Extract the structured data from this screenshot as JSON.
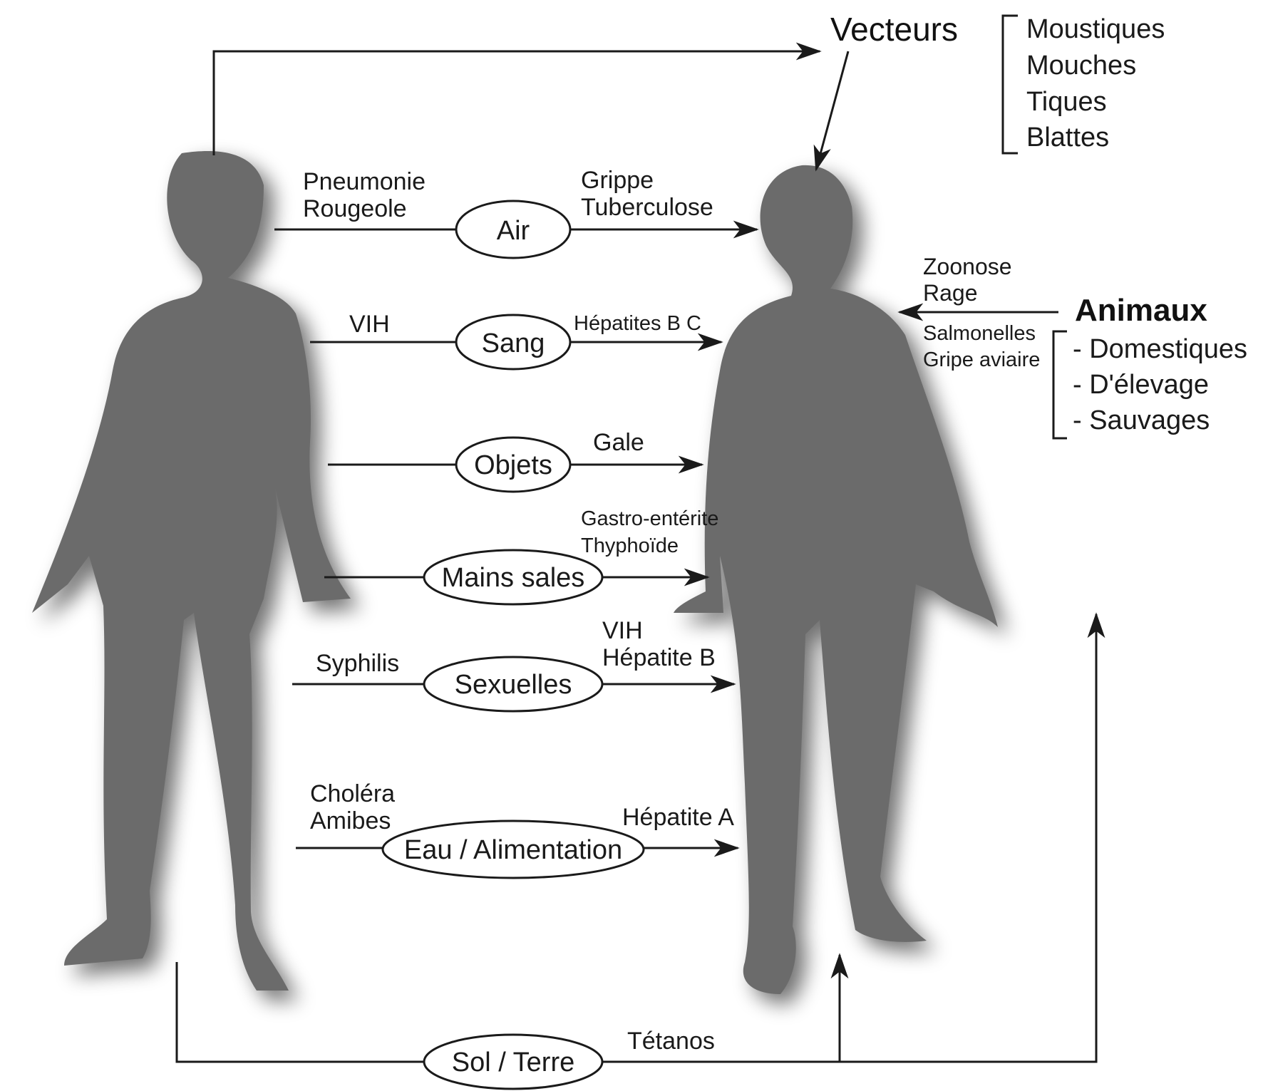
{
  "vectors": {
    "title": "Vecteurs",
    "items": [
      "Moustiques",
      "Mouches",
      "Tiques",
      "Blattes"
    ]
  },
  "animals": {
    "title": "Animaux",
    "items": [
      "- Domestiques",
      "- D'élevage",
      "- Sauvages"
    ],
    "diseases_top": [
      "Zoonose",
      "Rage"
    ],
    "diseases_bottom": [
      "Salmonelles",
      "Gripe aviaire"
    ]
  },
  "routes": [
    {
      "mode": "Air",
      "left": [
        "Pneumonie",
        "Rougeole"
      ],
      "right": [
        "Grippe",
        "Tuberculose"
      ]
    },
    {
      "mode": "Sang",
      "left": [
        "VIH"
      ],
      "right": [
        "Hépatites B C"
      ]
    },
    {
      "mode": "Objets",
      "left": [],
      "right": [
        "Gale"
      ]
    },
    {
      "mode": "Mains sales",
      "left": [],
      "right": [
        "Gastro-entérite",
        "Thyphoïde"
      ]
    },
    {
      "mode": "Sexuelles",
      "left": [
        "Syphilis"
      ],
      "right": [
        "VIH",
        "Hépatite B"
      ]
    },
    {
      "mode": "Eau / Alimentation",
      "left": [
        "Choléra",
        "Amibes"
      ],
      "right": [
        "Hépatite A"
      ]
    }
  ],
  "soil": {
    "mode": "Sol / Terre",
    "disease": "Tétanos"
  }
}
